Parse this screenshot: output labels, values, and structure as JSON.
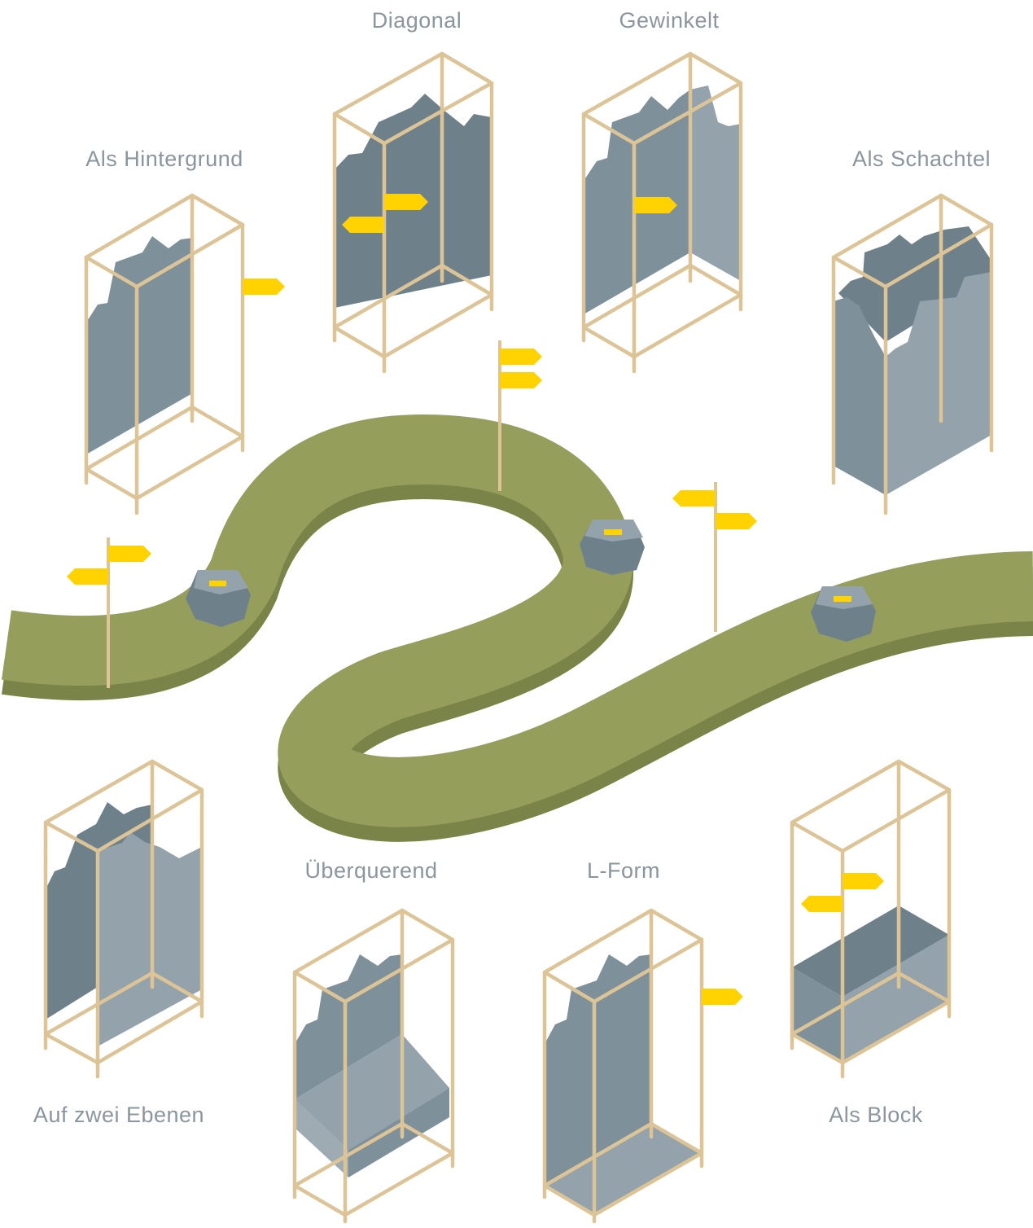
{
  "labels": {
    "diagonal": "Diagonal",
    "gewinkelt": "Gewinkelt",
    "hintergrund": "Als Hintergrund",
    "schachtel": "Als Schachtel",
    "zwei_ebenen": "Auf zwei Ebenen",
    "ueberquerend": "Überquerend",
    "l_form": "L-Form",
    "block": "Als Block"
  },
  "colors": {
    "frame": "#dcc497",
    "path_top": "#969e5c",
    "path_side": "#7b8448",
    "panel_dark": "#6e818a",
    "panel_light": "#93a2ab",
    "signpost": "#ffd200",
    "label": "#8a969d"
  }
}
